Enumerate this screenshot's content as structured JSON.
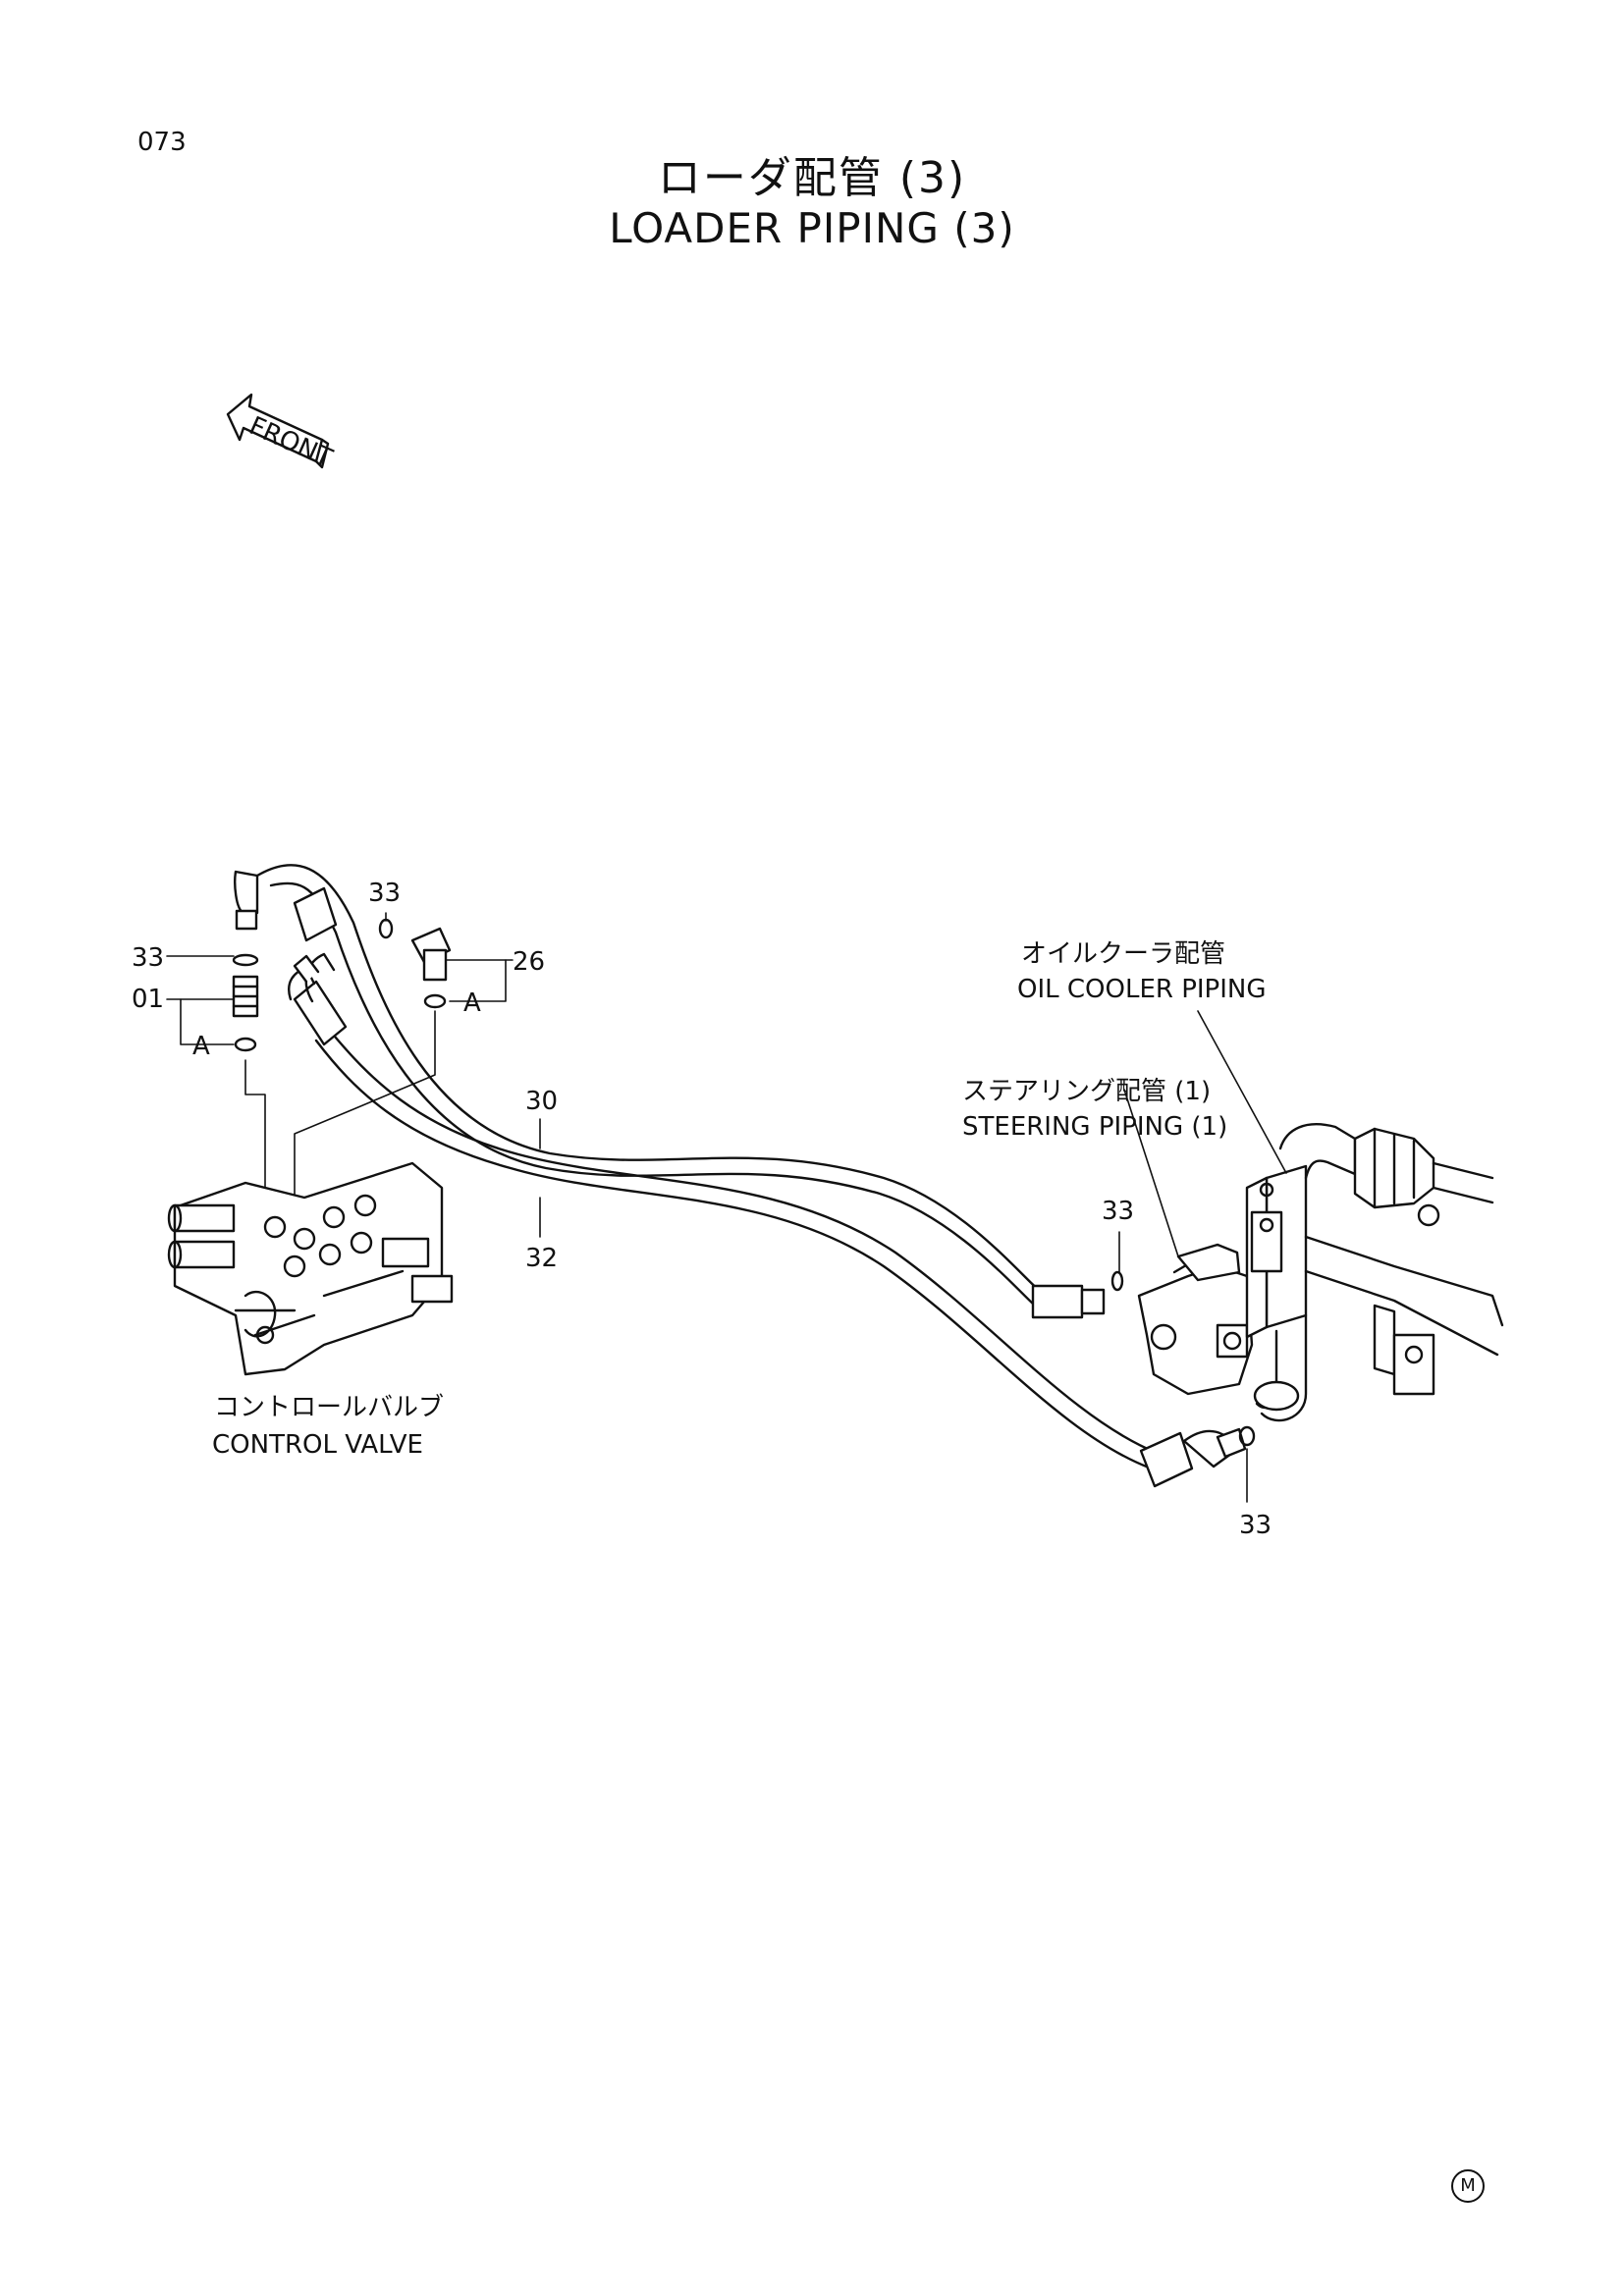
{
  "page": {
    "number": "073"
  },
  "title": {
    "jp": "ローダ配管 (3)",
    "en": "LOADER PIPING (3)"
  },
  "front_arrow": {
    "label": "FRONT"
  },
  "callouts": {
    "c33_top": "33",
    "c33_left": "33",
    "c01": "01",
    "c26": "26",
    "a_left": "A",
    "a_right": "A",
    "c30": "30",
    "c32": "32",
    "c33_steer": "33",
    "c33_bottom": "33"
  },
  "labels": {
    "oil_cooler_jp": "オイルクーラ配管",
    "oil_cooler_en": "OIL COOLER PIPING",
    "steering_jp": "ステアリング配管 (1)",
    "steering_en": "STEERING PIPING (1)",
    "control_valve_jp": "コントロールバルブ",
    "control_valve_en": "CONTROL VALVE"
  },
  "footer_mark": "M"
}
